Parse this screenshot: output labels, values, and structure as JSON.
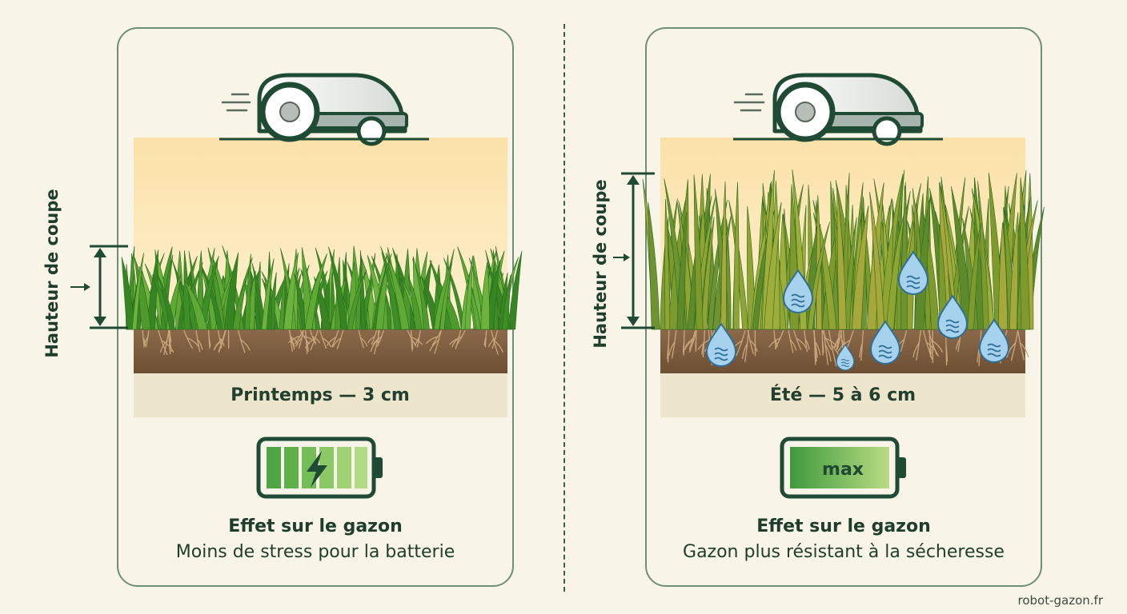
{
  "left": {
    "side_label": "Hauteur de coupe",
    "season_label": "Printemps — 3 cm",
    "battery_icon": "battery-charging-icon",
    "effect_title": "Effet sur le gazon",
    "effect_text": "Moins de stress pour la batterie"
  },
  "right": {
    "side_label": "Hauteur de coupe",
    "season_label": "Été — 5 à 6 cm",
    "battery_text": "max",
    "effect_title": "Effet sur le gazon",
    "effect_text": "Gazon plus résistant à la sécheresse"
  },
  "footer": "robot-gazon.fr",
  "colors": {
    "background": "#f8f4e8",
    "dark_green": "#1f4a33",
    "grass_green": "#4e9a2c",
    "summer_grass": "#8fa433",
    "soil": "#7a5a3c",
    "water": "#a6d2ee"
  }
}
